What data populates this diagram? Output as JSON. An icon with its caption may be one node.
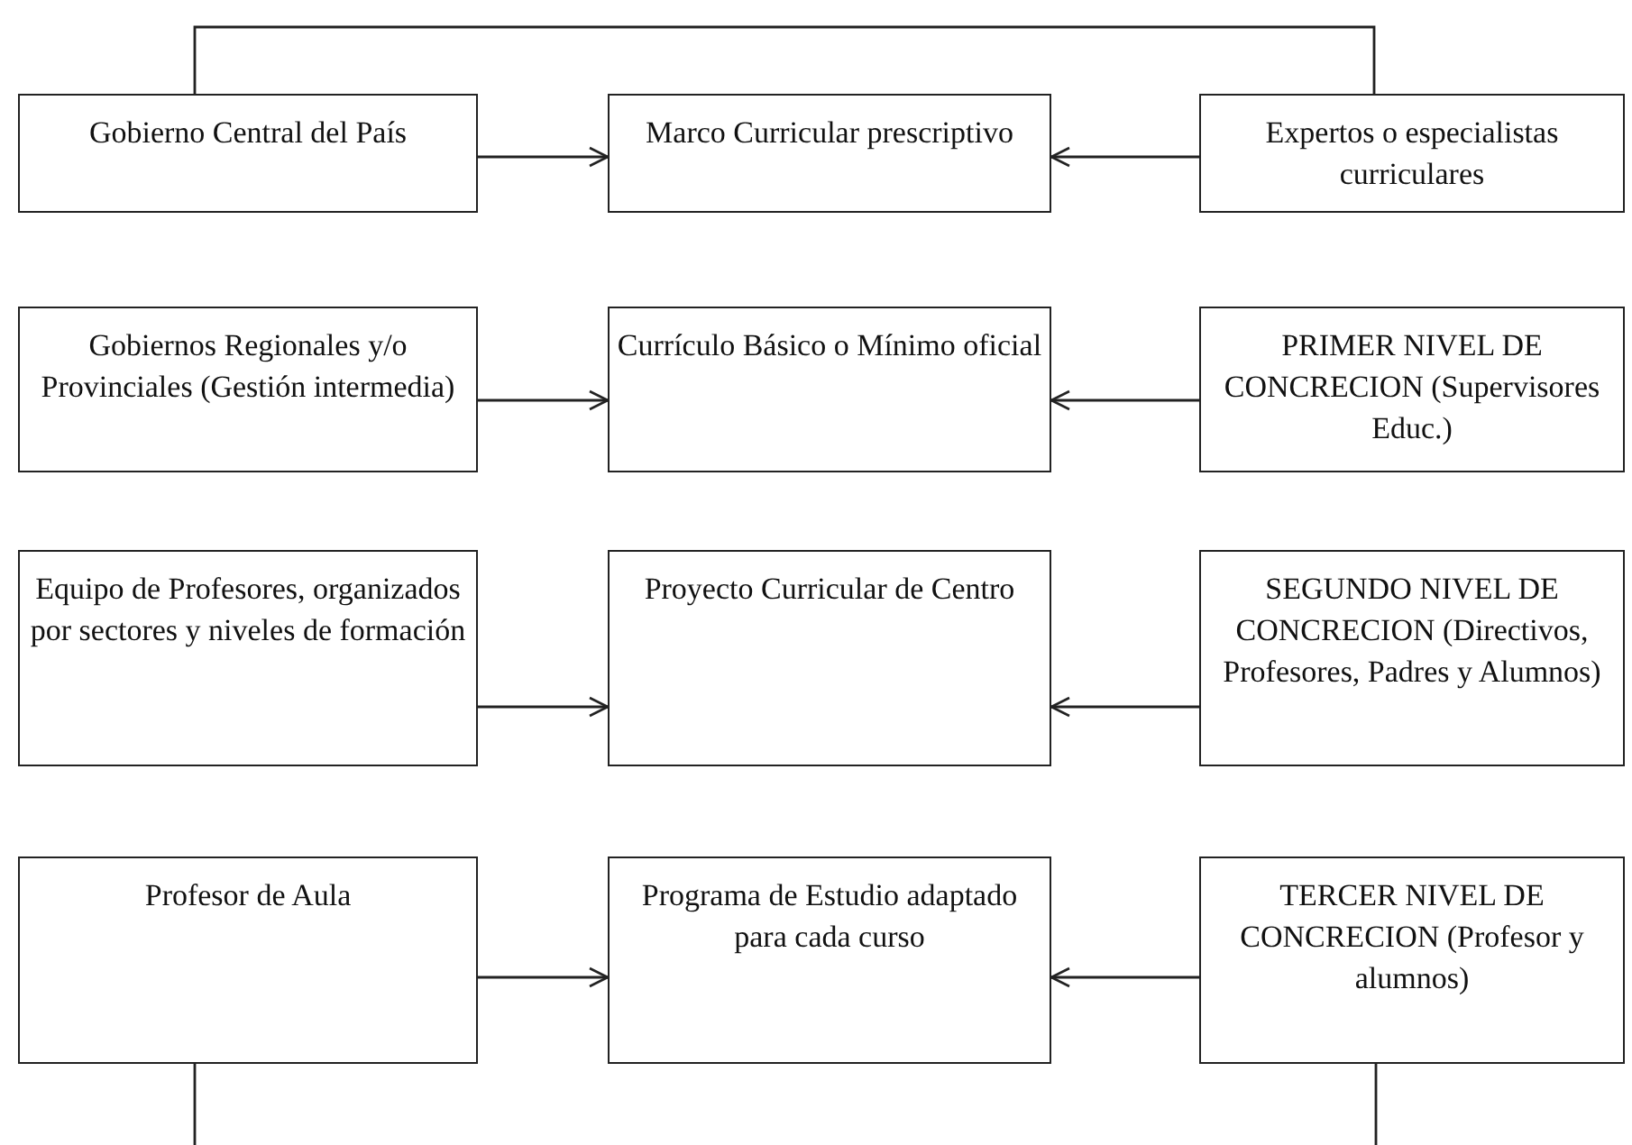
{
  "diagram": {
    "nodes": [
      {
        "text": [
          "Gobierno Central del País"
        ]
      },
      {
        "text": [
          "Marco Curricular prescriptivo"
        ]
      },
      {
        "text": [
          "Expertos o especialistas curriculares"
        ]
      },
      {
        "text": [
          "Gobiernos Regionales y/o Provinciales (Gestión intermedia)"
        ]
      },
      {
        "text": [
          "Currículo Básico o Mínimo oficial"
        ]
      },
      {
        "text": [
          "PRIMER NIVEL DE CONCRECION (Supervisores Educ.)"
        ]
      },
      {
        "text": [
          "Equipo de Profesores, organizados por sectores y niveles de formación"
        ]
      },
      {
        "text": [
          "Proyecto Curricular de Centro"
        ]
      },
      {
        "text": [
          "SEGUNDO NIVEL DE CONCRECION (Directivos, Profesores, Padres y Alumnos)"
        ]
      },
      {
        "text": [
          "Profesor de Aula"
        ]
      },
      {
        "text": [
          "Programa de Estudio adaptado para cada curso"
        ]
      },
      {
        "text": [
          "TERCER NIVEL DE CONCRECION (Profesor y alumnos)"
        ]
      }
    ],
    "edges": [
      {
        "from": 0,
        "to": 1,
        "arrow": "to"
      },
      {
        "from": 2,
        "to": 1,
        "arrow": "to"
      },
      {
        "from": 3,
        "to": 4,
        "arrow": "to"
      },
      {
        "from": 5,
        "to": 4,
        "arrow": "to"
      },
      {
        "from": 6,
        "to": 7,
        "arrow": "to"
      },
      {
        "from": 8,
        "to": 7,
        "arrow": "to"
      },
      {
        "from": 9,
        "to": 10,
        "arrow": "to"
      },
      {
        "from": 11,
        "to": 10,
        "arrow": "to"
      },
      {
        "from": 0,
        "to": 2,
        "arrow": "none"
      },
      {
        "from": 9,
        "to": null,
        "arrow": "none"
      },
      {
        "from": 11,
        "to": null,
        "arrow": "none"
      }
    ]
  }
}
